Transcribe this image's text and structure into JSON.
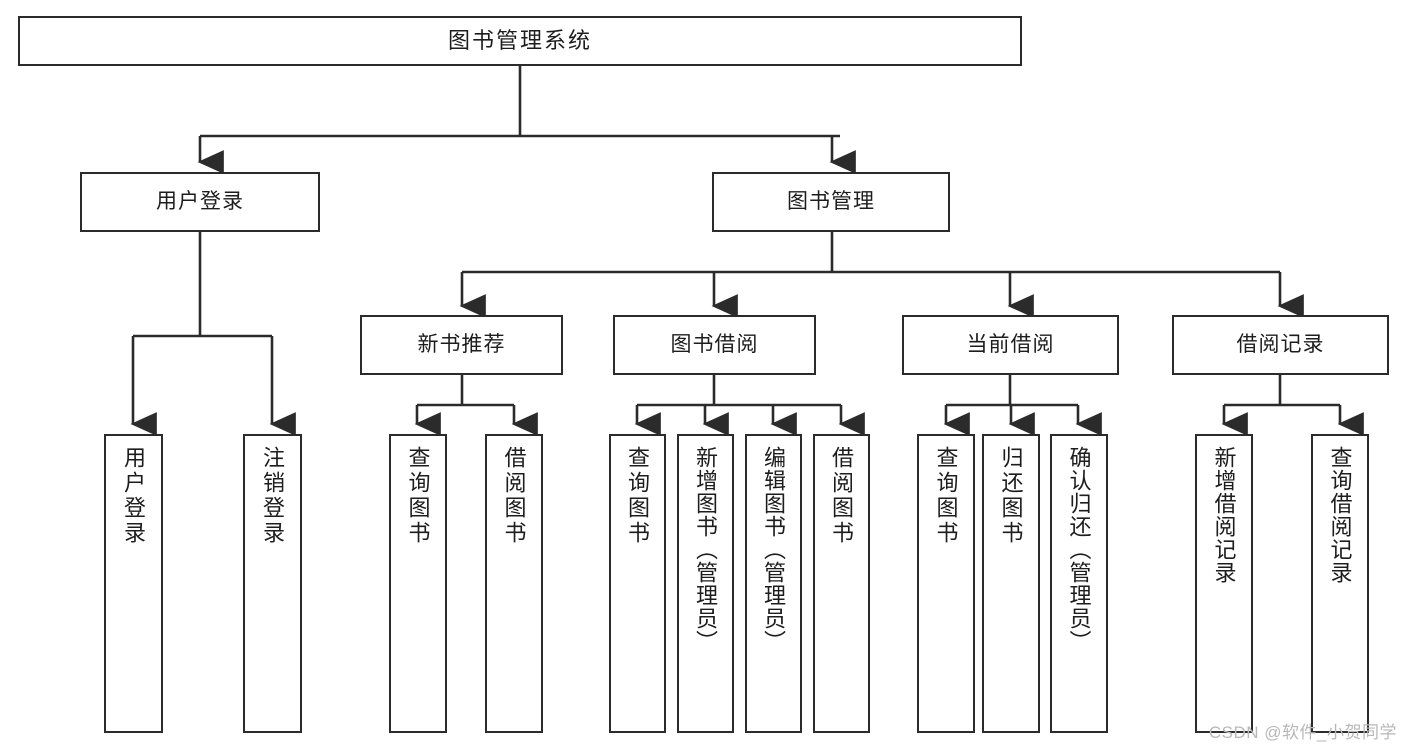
{
  "diagram": {
    "title": "图书管理系统",
    "type": "hierarchy-tree",
    "line_color": "#2b2b2b",
    "box_fill": "#ffffff",
    "text_color": "#1d1d1d",
    "levels": 3,
    "root": {
      "label": "图书管理系统"
    },
    "branches": [
      {
        "label": "用户登录",
        "children": [
          {
            "label": "用户登录"
          },
          {
            "label": "注销登录"
          }
        ]
      },
      {
        "label": "图书管理",
        "children": [
          {
            "label": "新书推荐",
            "children": [
              {
                "label": "查询图书"
              },
              {
                "label": "借阅图书"
              }
            ]
          },
          {
            "label": "图书借阅",
            "children": [
              {
                "label": "查询图书"
              },
              {
                "label": "新增图书（管理员）"
              },
              {
                "label": "编辑图书（管理员）"
              },
              {
                "label": "借阅图书"
              }
            ]
          },
          {
            "label": "当前借阅",
            "children": [
              {
                "label": "查询图书"
              },
              {
                "label": "归还图书"
              },
              {
                "label": "确认归还（管理员）"
              }
            ]
          },
          {
            "label": "借阅记录",
            "children": [
              {
                "label": "新增借阅记录"
              },
              {
                "label": "查询借阅记录"
              }
            ]
          }
        ]
      }
    ]
  },
  "watermark": {
    "text": "CSDN @软件_小贺同学"
  }
}
